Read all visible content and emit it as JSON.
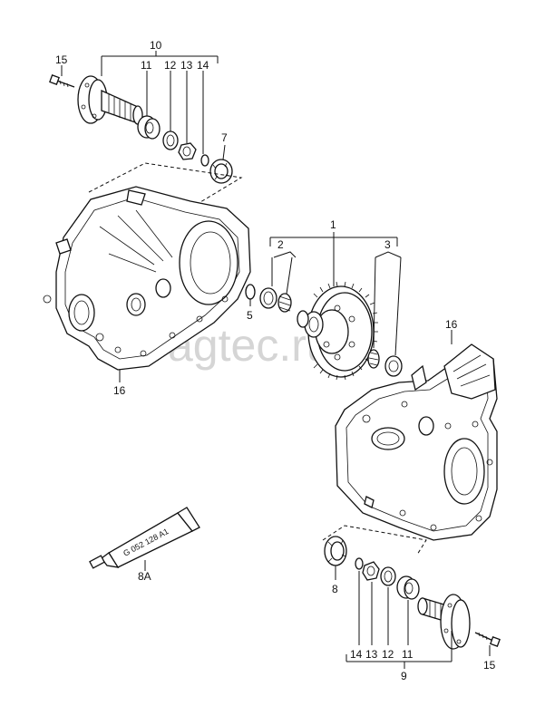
{
  "watermark": "vagtec.ru",
  "tube_text": "G 052 128 A1",
  "labels": {
    "l1": "1",
    "l2": "2",
    "l3": "3",
    "l5": "5",
    "l7": "7",
    "l8": "8",
    "l8a": "8A",
    "l9": "9",
    "l10": "10",
    "l11_top": "11",
    "l12_top": "12",
    "l13_top": "13",
    "l14_top": "14",
    "l15_top": "15",
    "l16_left": "16",
    "l16_right": "16",
    "l14_bot": "14",
    "l13_bot": "13",
    "l12_bot": "12",
    "l11_bot": "11",
    "l15_bot": "15"
  }
}
